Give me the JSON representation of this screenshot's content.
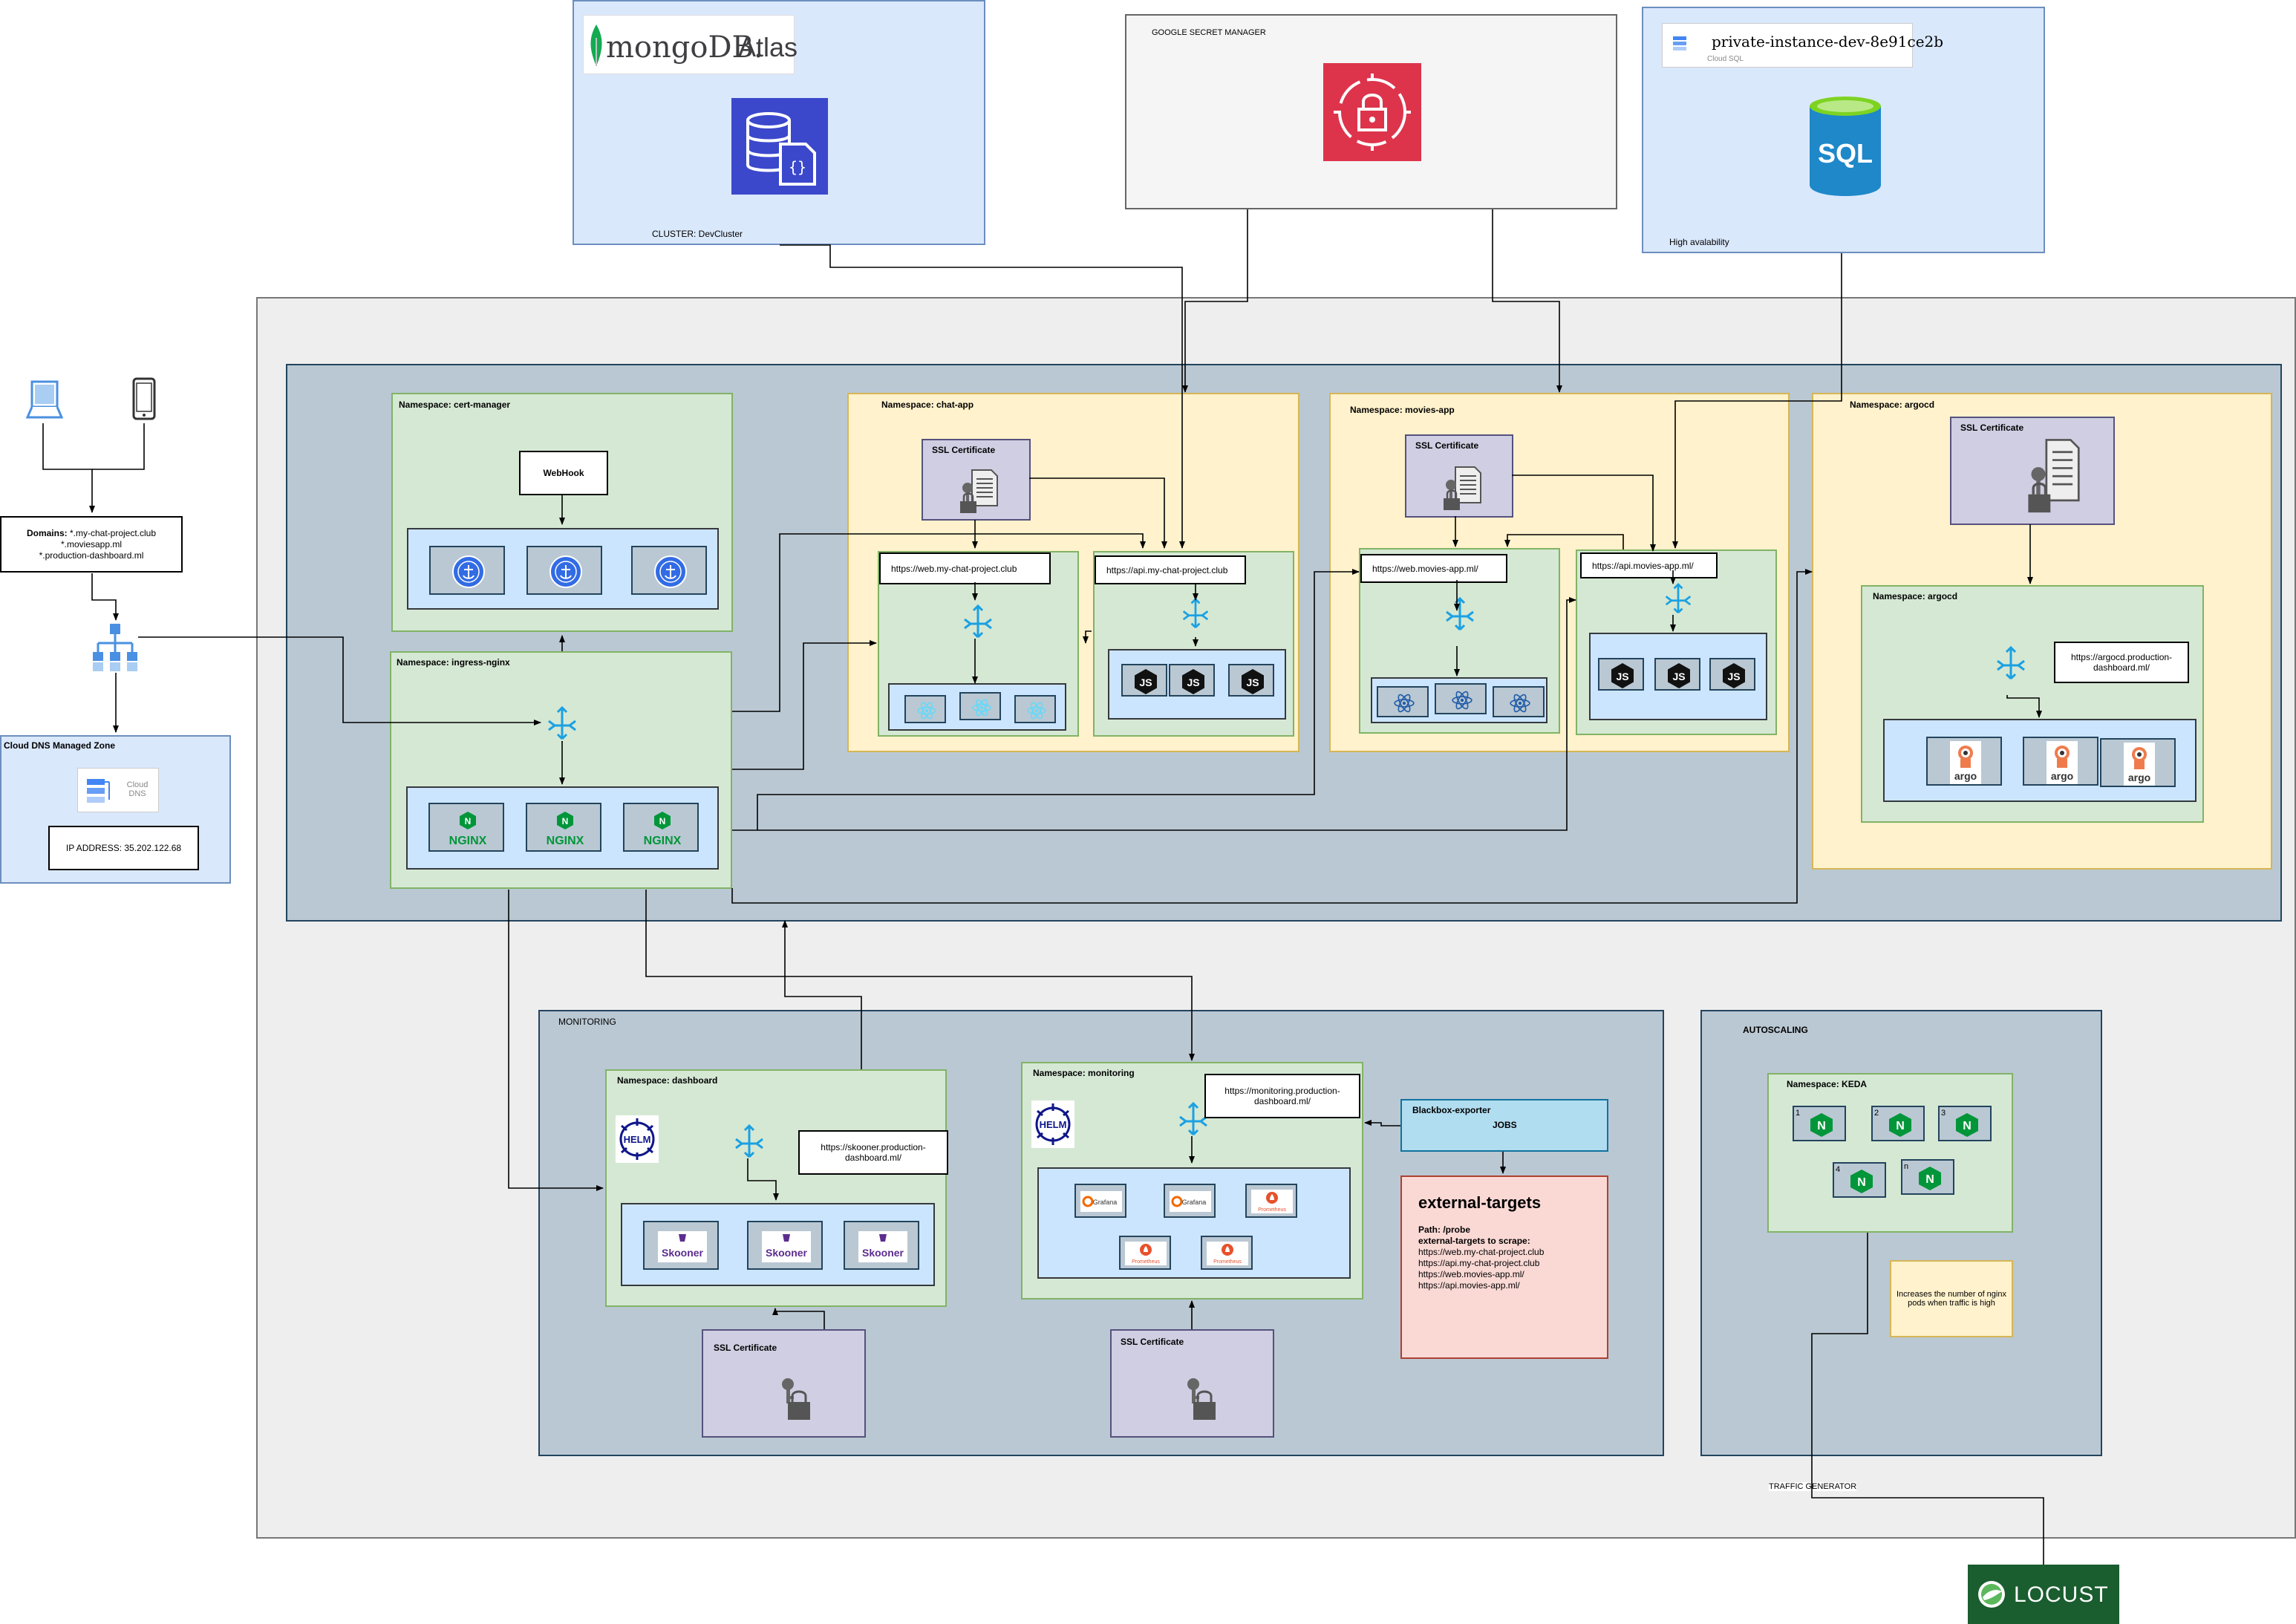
{
  "top": {
    "mongodb": {
      "logo_text": "mongoDB.",
      "logo_suffix": "Atlas",
      "cluster_label": "CLUSTER: DevCluster"
    },
    "secret_manager": {
      "title": "GOOGLE SECRET MANAGER"
    },
    "cloud_sql": {
      "instance": "private-instance-dev-8e91ce2b",
      "sub": "Cloud SQL",
      "ha": "High avalability",
      "sql_text": "SQL"
    }
  },
  "dns": {
    "domains_label": "Domains:",
    "domains": [
      "*.my-chat-project.club",
      "*.moviesapp.ml",
      "*.production-dashboard.ml"
    ],
    "zone_title": "Cloud DNS Managed Zone",
    "cloud_dns_label": "Cloud DNS",
    "ip": "IP ADDRESS: 35.202.122.68"
  },
  "cert_manager": {
    "title": "Namespace:  cert-manager",
    "webhook": "WebHook"
  },
  "ingress": {
    "title": "Namespace:  ingress-nginx",
    "nginx_label": "NGINX"
  },
  "chat_app": {
    "title": "Namespace: chat-app",
    "ssl": "SSL Certificate",
    "web_url": "https://web.my-chat-project.club",
    "api_url": "https://api.my-chat-project.club"
  },
  "movies_app": {
    "title": "Namespace: movies-app",
    "ssl": "SSL Certificate",
    "web_url": "https://web.movies-app.ml/",
    "api_url": "https://api.movies-app.ml/"
  },
  "argocd": {
    "title": "Namespace: argocd",
    "ssl": "SSL Certificate",
    "inner_title": "Namespace:  argocd",
    "url": "https://argocd.production-dashboard.ml/",
    "argo_label": "argo"
  },
  "monitoring": {
    "title": "MONITORING",
    "dashboard": {
      "title": "Namespace:  dashboard",
      "url": "https://skooner.production-dashboard.ml/",
      "skooner_label": "Skooner",
      "ssl": "SSL Certificate"
    },
    "monitoring_ns": {
      "title": "Namespace:  monitoring",
      "url": "https://monitoring.production-dashboard.ml/",
      "grafana_label": "Grafana",
      "prom_label": "Prometheus",
      "ssl": "SSL Certificate"
    },
    "helm_label": "HELM",
    "blackbox": {
      "title": "Blackbox-exporter",
      "jobs": "JOBS"
    },
    "targets": {
      "title": "external-targets",
      "path": "Path:  /probe",
      "scrape_label": "external-targets to scrape:",
      "list": [
        "https://web.my-chat-project.club",
        "https://api.my-chat-project.club",
        "https://web.movies-app.ml/",
        "https://api.movies-app.ml/"
      ]
    }
  },
  "autoscaling": {
    "title": "AUTOSCALING",
    "keda_title": "Namespace:  KEDA",
    "pods": [
      "1",
      "2",
      "3",
      "4",
      "n"
    ],
    "note": "Increases the number of nginx pods when traffic is high"
  },
  "locust": {
    "traffic_label": "TRAFFIC GENERATOR",
    "logo_text": "LOCUST"
  }
}
